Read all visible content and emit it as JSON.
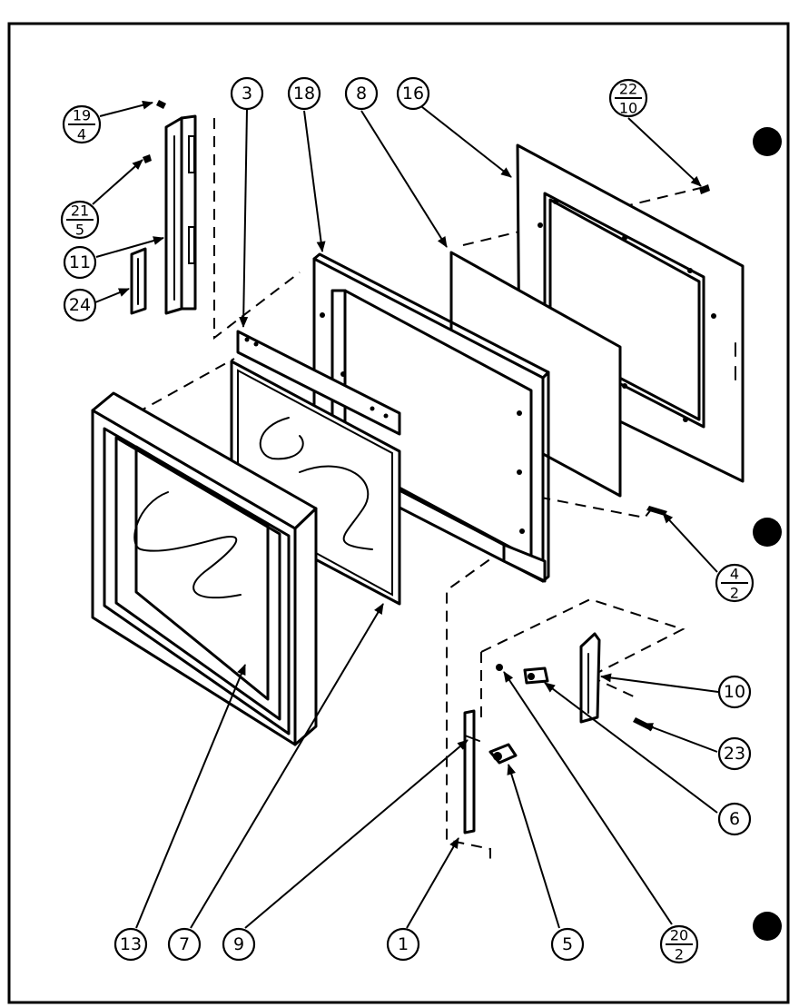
{
  "callouts": {
    "c3": "3",
    "c18": "18",
    "c8": "8",
    "c16": "16",
    "c11": "11",
    "c24": "24",
    "c10": "10",
    "c23": "23",
    "c6": "6",
    "c13": "13",
    "c7": "7",
    "c9": "9",
    "c1": "1",
    "c5": "5"
  },
  "fractions": {
    "f19_4": {
      "top": "19",
      "bottom": "4"
    },
    "f21_5": {
      "top": "21",
      "bottom": "5"
    },
    "f22_10": {
      "top": "22",
      "bottom": "10"
    },
    "f4_2": {
      "top": "4",
      "bottom": "2"
    },
    "f20_2": {
      "top": "20",
      "bottom": "2"
    }
  }
}
